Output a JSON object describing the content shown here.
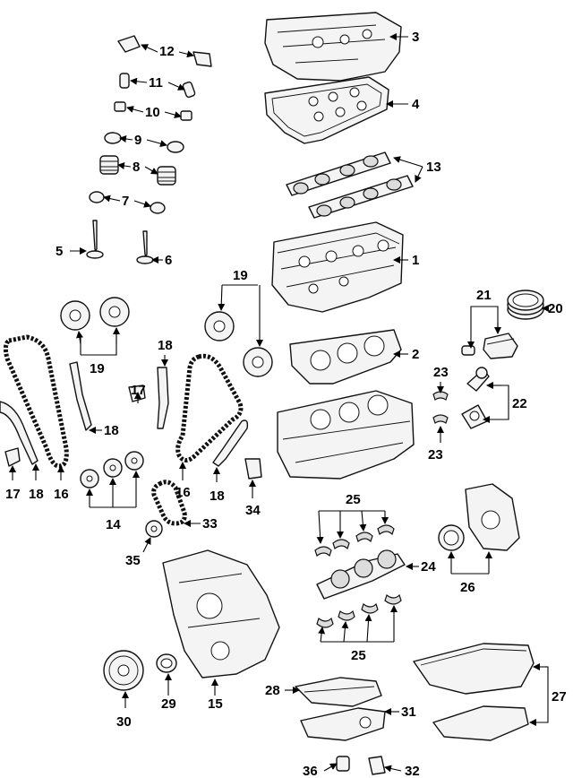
{
  "callouts": [
    {
      "id": "c1",
      "num": "1"
    },
    {
      "id": "c2",
      "num": "2"
    },
    {
      "id": "c3",
      "num": "3"
    },
    {
      "id": "c4",
      "num": "4"
    },
    {
      "id": "c5",
      "num": "5"
    },
    {
      "id": "c6",
      "num": "6"
    },
    {
      "id": "c7",
      "num": "7"
    },
    {
      "id": "c8",
      "num": "8"
    },
    {
      "id": "c9",
      "num": "9"
    },
    {
      "id": "c10",
      "num": "10"
    },
    {
      "id": "c11",
      "num": "11"
    },
    {
      "id": "c12",
      "num": "12"
    },
    {
      "id": "c13",
      "num": "13"
    },
    {
      "id": "c14",
      "num": "14"
    },
    {
      "id": "c15",
      "num": "15"
    },
    {
      "id": "c16a",
      "num": "16"
    },
    {
      "id": "c16b",
      "num": "16"
    },
    {
      "id": "c17a",
      "num": "17"
    },
    {
      "id": "c17b",
      "num": "17"
    },
    {
      "id": "c18a",
      "num": "18"
    },
    {
      "id": "c18b",
      "num": "18"
    },
    {
      "id": "c18c",
      "num": "18"
    },
    {
      "id": "c18d",
      "num": "18"
    },
    {
      "id": "c19a",
      "num": "19"
    },
    {
      "id": "c19b",
      "num": "19"
    },
    {
      "id": "c20",
      "num": "20"
    },
    {
      "id": "c21",
      "num": "21"
    },
    {
      "id": "c22",
      "num": "22"
    },
    {
      "id": "c23a",
      "num": "23"
    },
    {
      "id": "c23b",
      "num": "23"
    },
    {
      "id": "c24",
      "num": "24"
    },
    {
      "id": "c25a",
      "num": "25"
    },
    {
      "id": "c25b",
      "num": "25"
    },
    {
      "id": "c26",
      "num": "26"
    },
    {
      "id": "c27",
      "num": "27"
    },
    {
      "id": "c28",
      "num": "28"
    },
    {
      "id": "c29",
      "num": "29"
    },
    {
      "id": "c30",
      "num": "30"
    },
    {
      "id": "c31",
      "num": "31"
    },
    {
      "id": "c32",
      "num": "32"
    },
    {
      "id": "c33",
      "num": "33"
    },
    {
      "id": "c34",
      "num": "34"
    },
    {
      "id": "c35",
      "num": "35"
    },
    {
      "id": "c36",
      "num": "36"
    }
  ]
}
